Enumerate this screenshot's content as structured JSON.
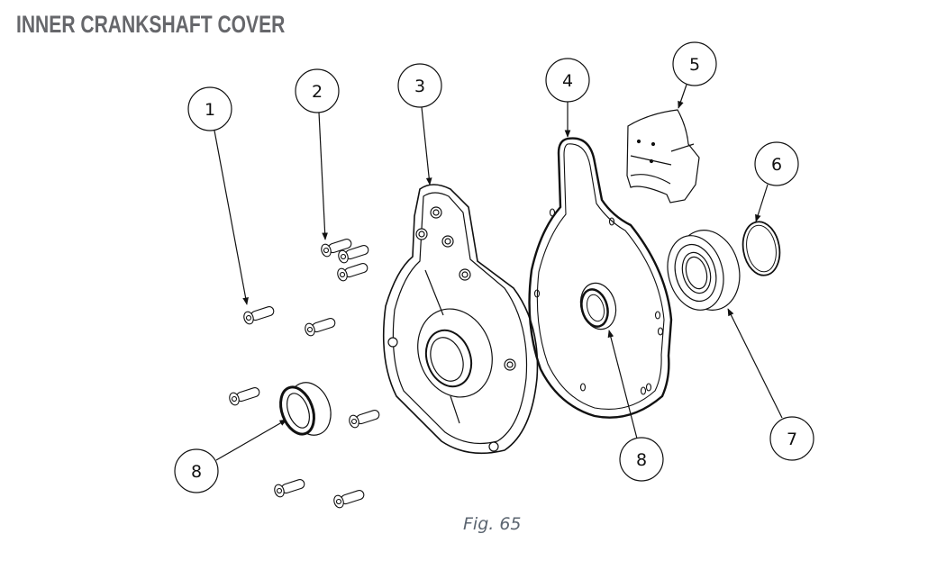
{
  "title": "INNER CRANKSHAFT COVER",
  "caption": "Fig. 65",
  "colors": {
    "title": "#66676b",
    "caption": "#5b6570",
    "line": "#111111"
  },
  "callouts": [
    {
      "label": "1",
      "part": "screw"
    },
    {
      "label": "2",
      "part": "screw set"
    },
    {
      "label": "3",
      "part": "inner crankshaft cover"
    },
    {
      "label": "4",
      "part": "gasket"
    },
    {
      "label": "5",
      "part": "guide block"
    },
    {
      "label": "6",
      "part": "circlip ring"
    },
    {
      "label": "7",
      "part": "ball bearing"
    },
    {
      "label": "8",
      "part": "oil seal"
    },
    {
      "label": "8",
      "part": "oil seal"
    }
  ]
}
